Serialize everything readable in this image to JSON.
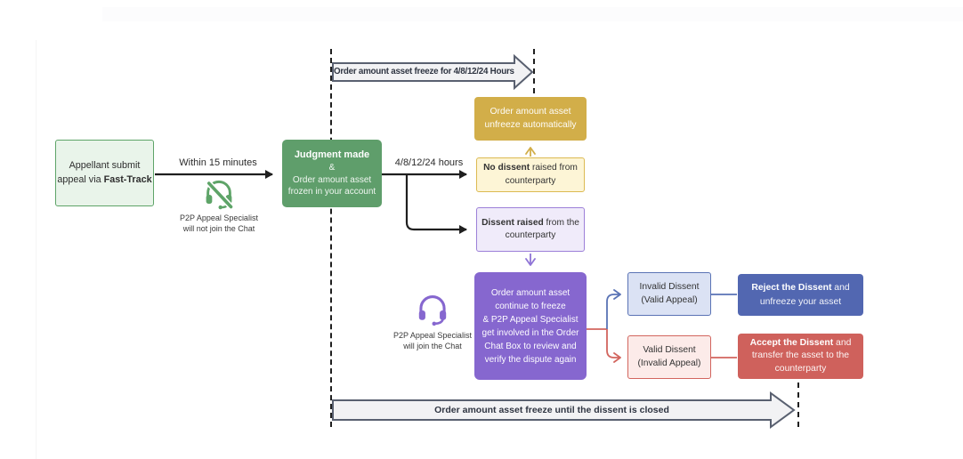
{
  "diagram": {
    "appellant": {
      "line1": "Appellant submit",
      "line2_pre": "appeal via ",
      "line2_bold": "Fast-Track"
    },
    "within_label": "Within 15 minutes",
    "specialist_absent": {
      "line1": "P2P Appeal Specialist",
      "line2": "will not join the Chat"
    },
    "judgment": {
      "title": "Judgment made",
      "amp": "&",
      "line2": "Order amount asset",
      "line3": "frozen in your account"
    },
    "hours_label": "4/8/12/24 hours",
    "top_banner": "Order amount asset freeze for 4/8/12/24 Hours",
    "unfreeze_auto": {
      "line1": "Order amount asset",
      "line2": "unfreeze automatically"
    },
    "no_dissent": {
      "bold": "No dissent",
      "rest": " raised from",
      "line2": "counterparty"
    },
    "dissent_raised": {
      "bold": "Dissent raised",
      "rest": " from the",
      "line2": "counterparty"
    },
    "continue_freeze": {
      "line1": "Order amount asset",
      "line2": "continue to freeze",
      "line3": "& P2P Appeal Specialist",
      "line4": "get involved in the Order",
      "line5": "Chat Box to review and",
      "line6": "verify the dispute again"
    },
    "specialist_join": {
      "line1": "P2P Appeal Specialist",
      "line2": "will join the Chat"
    },
    "invalid_dissent": {
      "line1": "Invalid Dissent",
      "line2": "(Valid Appeal)"
    },
    "valid_dissent": {
      "line1": "Valid Dissent",
      "line2": "(Invalid Appeal)"
    },
    "reject": {
      "bold": "Reject the Dissent",
      "rest": " and",
      "line2": "unfreeze your asset"
    },
    "accept": {
      "bold": "Accept the Dissent",
      "rest": " and",
      "line2": "transfer the asset to the",
      "line3": "counterparty"
    },
    "bottom_banner": "Order amount asset freeze until the dissent is closed"
  },
  "colors": {
    "green_fill": "#5f9e6b",
    "green_border": "#5ea468",
    "green_light": "#e9f4ea",
    "yellow_fill": "#d2ae49",
    "yellow_light": "#fdf5d6",
    "yellow_border": "#dcba52",
    "purple_fill": "#8667cf",
    "purple_light": "#f0ebfa",
    "purple_border": "#9c80d8",
    "blue_fill": "#5267b1",
    "blue_light": "#dbe2f4",
    "blue_border": "#5a73b5",
    "red_fill": "#cf615c",
    "red_light": "#fcebe9",
    "red_border": "#d2655e",
    "banner_fill": "#f2f2f4",
    "banner_border": "#596070",
    "connector_black": "#1f1f1f"
  }
}
